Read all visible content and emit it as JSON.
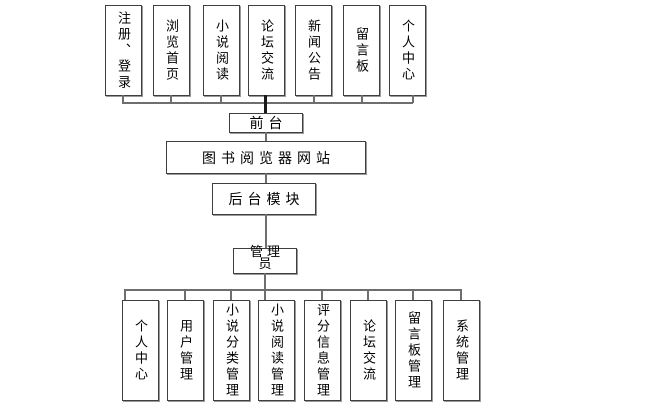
{
  "colors": {
    "line": "#6e6e6e",
    "line_emphasis": "#1a1a1a",
    "box_border": "#3f3f3f",
    "box_shadow": "#9a9a9a",
    "text": "#000000",
    "background": "#ffffff"
  },
  "root": {
    "label": "图书阅览器网站"
  },
  "frontend": {
    "label": "前台",
    "modules": [
      {
        "label": "注册、登录"
      },
      {
        "label": "浏览首页"
      },
      {
        "label": "小说阅读"
      },
      {
        "label": "论坛交流"
      },
      {
        "label": "新闻公告"
      },
      {
        "label": "留言板"
      },
      {
        "label": "个人中心"
      }
    ]
  },
  "backend": {
    "label": "后台模块",
    "admin": {
      "line1": "管理",
      "line2": "员"
    },
    "modules": [
      {
        "label": "个人中心"
      },
      {
        "label": "用户管理"
      },
      {
        "label": "小说分类管理"
      },
      {
        "label": "小说阅读管理"
      },
      {
        "label": "评分信息管理"
      },
      {
        "label": "论坛交流"
      },
      {
        "label": "留言板管理"
      },
      {
        "label": "系统管理"
      }
    ]
  }
}
